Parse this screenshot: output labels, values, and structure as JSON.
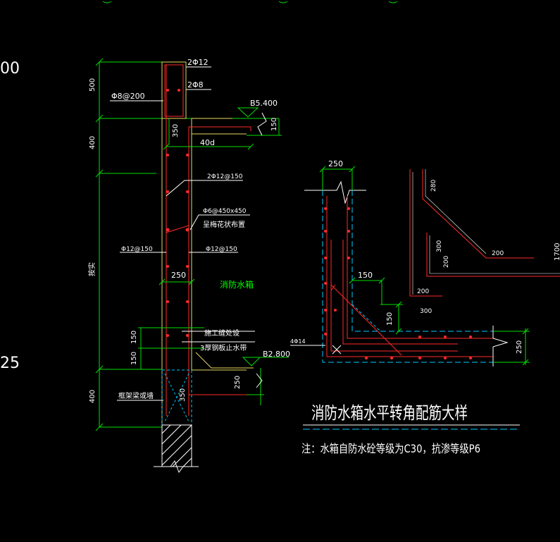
{
  "colors": {
    "background": "#000000",
    "rebar": "#ff2a2a",
    "dim": "#00e000",
    "concrete": "#e8d860",
    "text": "#ffffff",
    "hidden": "#00c8ff",
    "green_text": "#00ff00"
  },
  "edge_labels": {
    "left_top": "00",
    "left_bottom": "25",
    "right_edge": "1700"
  },
  "section": {
    "dims_vertical": [
      "500",
      "400",
      "按实",
      "400"
    ],
    "d350_top": "350",
    "d150_top": "150",
    "d40d": "40d",
    "d150_a": "150",
    "d150_b": "150",
    "d250_mid": "250",
    "d250_low": "250",
    "d350_low": "350",
    "bars": {
      "top_bar1": "2Φ12",
      "top_bar2": "2Φ8",
      "stirrup": "Φ8@200",
      "hook_bar": "2Φ12@150",
      "tie": "Φ6@450x450",
      "tie_note": "呈梅花状布置",
      "left_bar": "Φ12@150",
      "right_bar": "Φ12@150"
    },
    "elev_top": "B5.400",
    "elev_low": "B2.800",
    "tank_label": "消防水箱",
    "joint_label": "施工缝处设",
    "waterstop_label": "3厚钢板止水带",
    "frame_label": "框架梁或墙"
  },
  "corner": {
    "d250_top": "250",
    "d150_h": "150",
    "d150_v": "150",
    "d250_right": "250",
    "bar_label": "4Φ14",
    "bent_dims": [
      "280",
      "300",
      "200",
      "200",
      "200",
      "300"
    ]
  },
  "title": "消防水箱水平转角配筋大样",
  "note": "注：水箱自防水砼等级为C30，抗渗等级P6"
}
